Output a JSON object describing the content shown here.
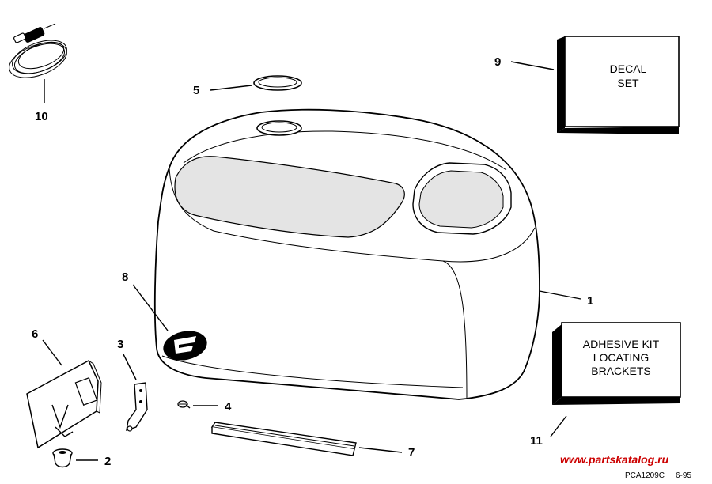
{
  "callouts": {
    "n1": "1",
    "n2": "2",
    "n3": "3",
    "n4": "4",
    "n5": "5",
    "n6": "6",
    "n7": "7",
    "n8": "8",
    "n9": "9",
    "n10": "10",
    "n11": "11"
  },
  "decal_box": {
    "line1": "DECAL",
    "line2": "SET"
  },
  "adhesive_box": {
    "line1": "ADHESIVE KIT",
    "line2": "LOCATING",
    "line3": "BRACKETS"
  },
  "footer": {
    "code": "PCA1209C",
    "date": "6-95"
  },
  "watermark": {
    "text": "www.partskatalog.ru",
    "color": "#cc0000"
  }
}
